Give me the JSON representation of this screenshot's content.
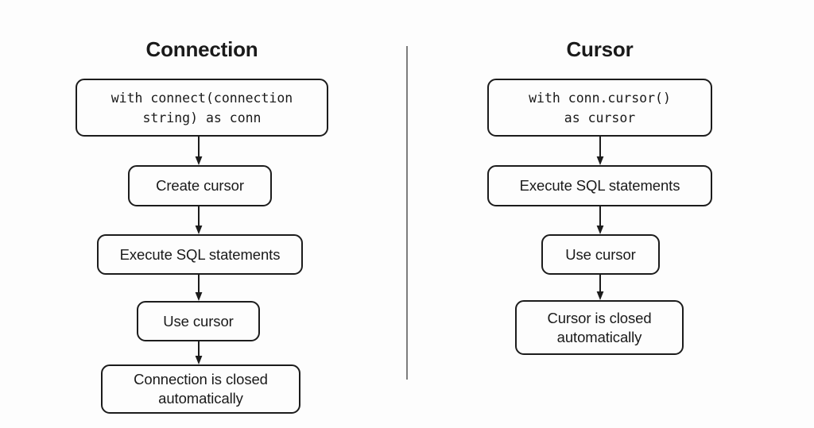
{
  "diagram": {
    "type": "flowchart",
    "title_left": "Connection",
    "title_right": "Cursor",
    "background_color": "#fdfdfd",
    "stroke_color": "#1c1c1c",
    "divider_color": "#7d7d7d"
  },
  "columns": [
    {
      "id": "connection",
      "title": "Connection",
      "nodes": [
        {
          "id": "conn-step-1",
          "text": "with connect(connection\nstring) as conn",
          "style": "mono"
        },
        {
          "id": "conn-step-2",
          "text": "Create cursor",
          "style": "sans"
        },
        {
          "id": "conn-step-3",
          "text": "Execute SQL statements",
          "style": "sans"
        },
        {
          "id": "conn-step-4",
          "text": "Use cursor",
          "style": "sans"
        },
        {
          "id": "conn-step-5",
          "text": "Connection is closed\nautomatically",
          "style": "sans"
        }
      ]
    },
    {
      "id": "cursor",
      "title": "Cursor",
      "nodes": [
        {
          "id": "cur-step-1",
          "text": "with conn.cursor()\nas cursor",
          "style": "mono"
        },
        {
          "id": "cur-step-2",
          "text": "Execute SQL statements",
          "style": "sans"
        },
        {
          "id": "cur-step-3",
          "text": "Use cursor",
          "style": "sans"
        },
        {
          "id": "cur-step-4",
          "text": "Cursor is closed\nautomatically",
          "style": "sans"
        }
      ]
    }
  ]
}
